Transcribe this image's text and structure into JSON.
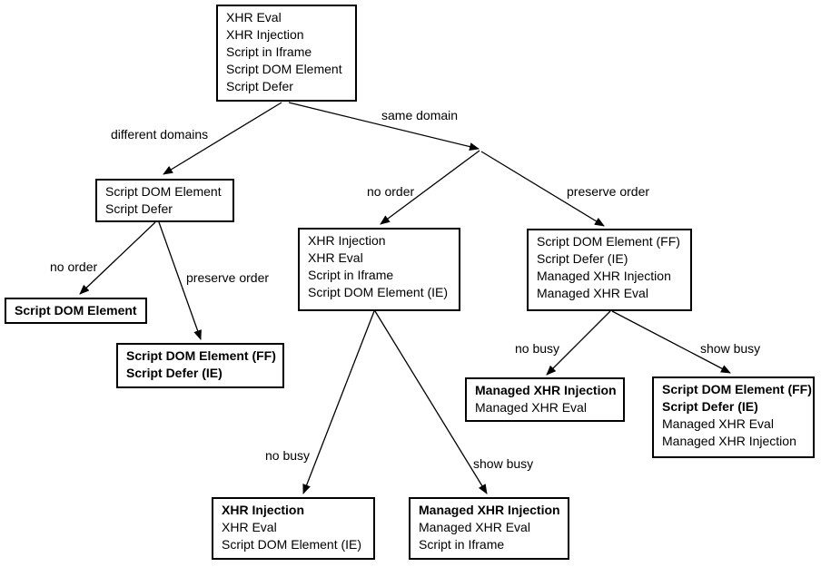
{
  "diagram": {
    "colors": {
      "background": "#ffffff",
      "box_border": "#000000",
      "text": "#000000",
      "line": "#000000"
    },
    "nodes": {
      "root": {
        "lines": [
          {
            "text": "XHR Eval",
            "bold": false
          },
          {
            "text": "XHR Injection",
            "bold": false
          },
          {
            "text": "Script in Iframe",
            "bold": false
          },
          {
            "text": "Script DOM Element",
            "bold": false
          },
          {
            "text": "Script Defer",
            "bold": false
          }
        ]
      },
      "diff_domains": {
        "lines": [
          {
            "text": "Script DOM Element",
            "bold": false
          },
          {
            "text": "Script Defer",
            "bold": false
          }
        ]
      },
      "diff_no_order": {
        "lines": [
          {
            "text": "Script DOM Element",
            "bold": true
          }
        ]
      },
      "diff_preserve_order": {
        "lines": [
          {
            "text": "Script DOM Element (FF)",
            "bold": true
          },
          {
            "text": "Script Defer (IE)",
            "bold": true
          }
        ]
      },
      "same_no_order": {
        "lines": [
          {
            "text": "XHR Injection",
            "bold": false
          },
          {
            "text": "XHR Eval",
            "bold": false
          },
          {
            "text": "Script in Iframe",
            "bold": false
          },
          {
            "text": "Script DOM Element (IE)",
            "bold": false
          }
        ]
      },
      "same_preserve_order": {
        "lines": [
          {
            "text": "Script DOM Element (FF)",
            "bold": false
          },
          {
            "text": "Script Defer (IE)",
            "bold": false
          },
          {
            "text": "Managed XHR Injection",
            "bold": false
          },
          {
            "text": "Managed XHR Eval",
            "bold": false
          }
        ]
      },
      "same_preserve_no_busy": {
        "lines": [
          {
            "text": "Managed XHR Injection",
            "bold": true
          },
          {
            "text": "Managed XHR Eval",
            "bold": false
          }
        ]
      },
      "same_preserve_show_busy": {
        "lines": [
          {
            "text": "Script DOM Element (FF)",
            "bold": true
          },
          {
            "text": "Script Defer (IE)",
            "bold": true
          },
          {
            "text": "Managed XHR Eval",
            "bold": false
          },
          {
            "text": "Managed XHR Injection",
            "bold": false
          }
        ]
      },
      "same_no_order_no_busy": {
        "lines": [
          {
            "text": "XHR Injection",
            "bold": true
          },
          {
            "text": "XHR Eval",
            "bold": false
          },
          {
            "text": "Script DOM Element (IE)",
            "bold": false
          }
        ]
      },
      "same_no_order_show_busy": {
        "lines": [
          {
            "text": "Managed XHR Injection",
            "bold": true
          },
          {
            "text": "Managed XHR Eval",
            "bold": false
          },
          {
            "text": "Script in Iframe",
            "bold": false
          }
        ]
      }
    },
    "edge_labels": {
      "different_domains": "different domains",
      "same_domain": "same domain",
      "left_no_order": "no order",
      "left_preserve_order": "preserve order",
      "mid_no_order": "no order",
      "right_preserve_order": "preserve order",
      "right_no_busy": "no busy",
      "right_show_busy": "show busy",
      "bottom_no_busy": "no busy",
      "bottom_show_busy": "show busy"
    }
  }
}
